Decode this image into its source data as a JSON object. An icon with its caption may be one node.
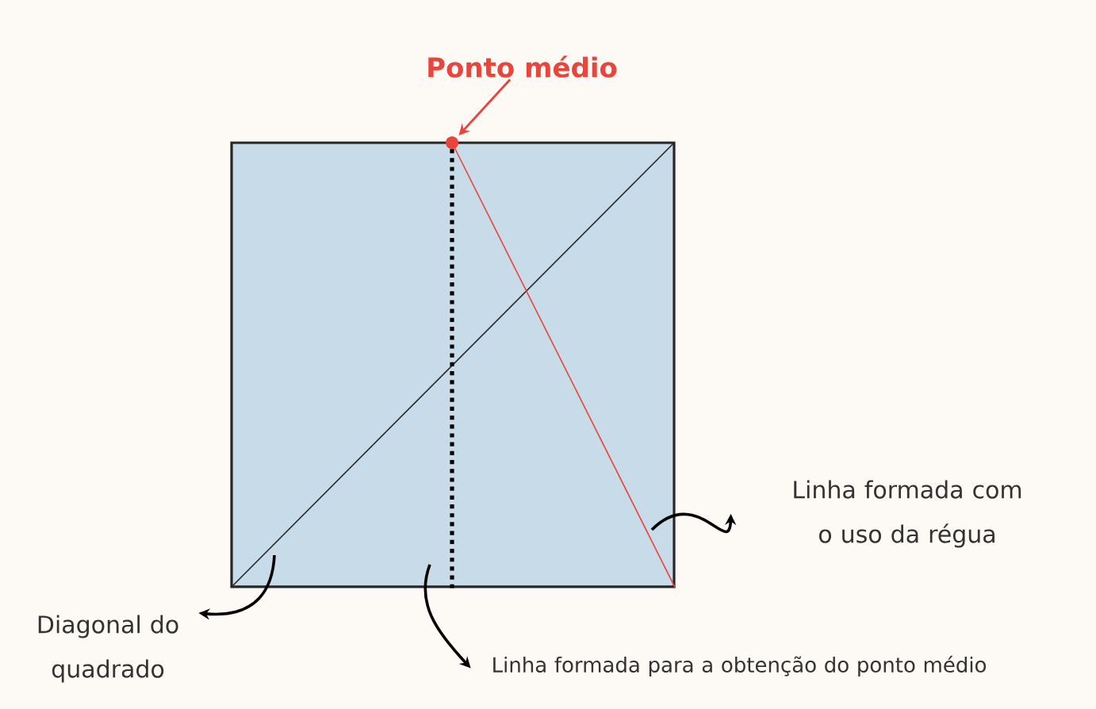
{
  "diagram": {
    "nodes": [
      {
        "text": [],
        "shape": "box"
      },
      {
        "text": [
          "Ponto médio"
        ]
      },
      {
        "text": [],
        "shape": "circle"
      },
      {
        "text": [
          "Linha formada com o uso da régua"
        ]
      },
      {
        "text": [
          "Diagonal do quadrado"
        ]
      },
      {
        "text": [
          "Linha formada para a obtenção do ponto médio"
        ]
      }
    ],
    "edges": [
      {
        "from": 1,
        "to": 2,
        "arrow": "to",
        "color": "#e8453c"
      },
      {
        "from": 0,
        "to": 3,
        "arrow": "to"
      },
      {
        "from": 0,
        "to": 4,
        "arrow": "to"
      },
      {
        "from": 0,
        "to": 5,
        "arrow": "to"
      },
      {
        "from": 2,
        "to": 0,
        "arrow": "none",
        "style": "dashed"
      },
      {
        "from": 2,
        "to": 0,
        "arrow": "none",
        "color": "#e8453c"
      }
    ]
  }
}
